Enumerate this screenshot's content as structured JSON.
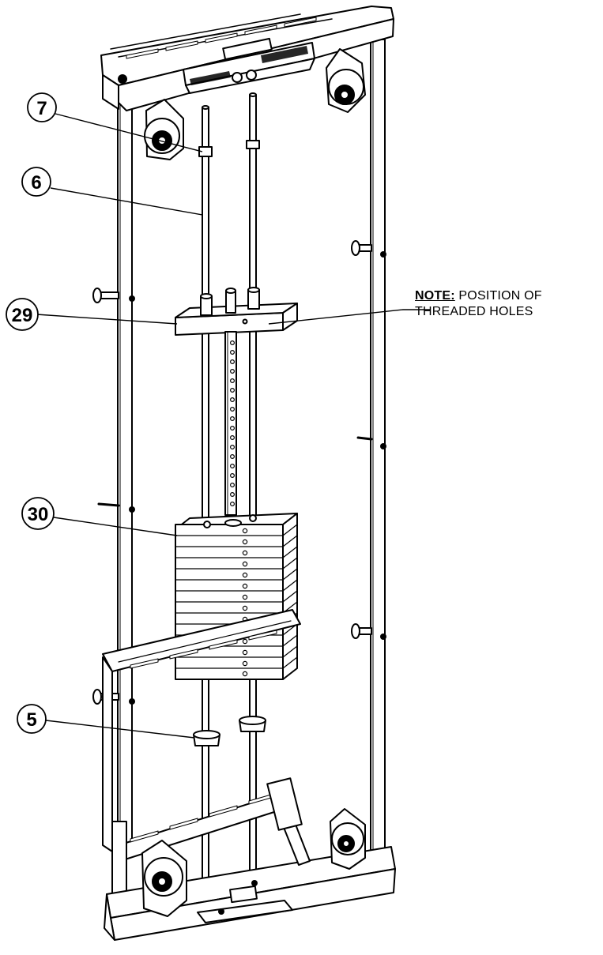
{
  "callouts": [
    {
      "id": "7",
      "label": "7"
    },
    {
      "id": "6",
      "label": "6"
    },
    {
      "id": "29",
      "label": "29"
    },
    {
      "id": "30",
      "label": "30"
    },
    {
      "id": "5",
      "label": "5"
    }
  ],
  "note": {
    "key": "NOTE:",
    "line1": " POSITION OF",
    "line2": "THREADED HOLES"
  }
}
